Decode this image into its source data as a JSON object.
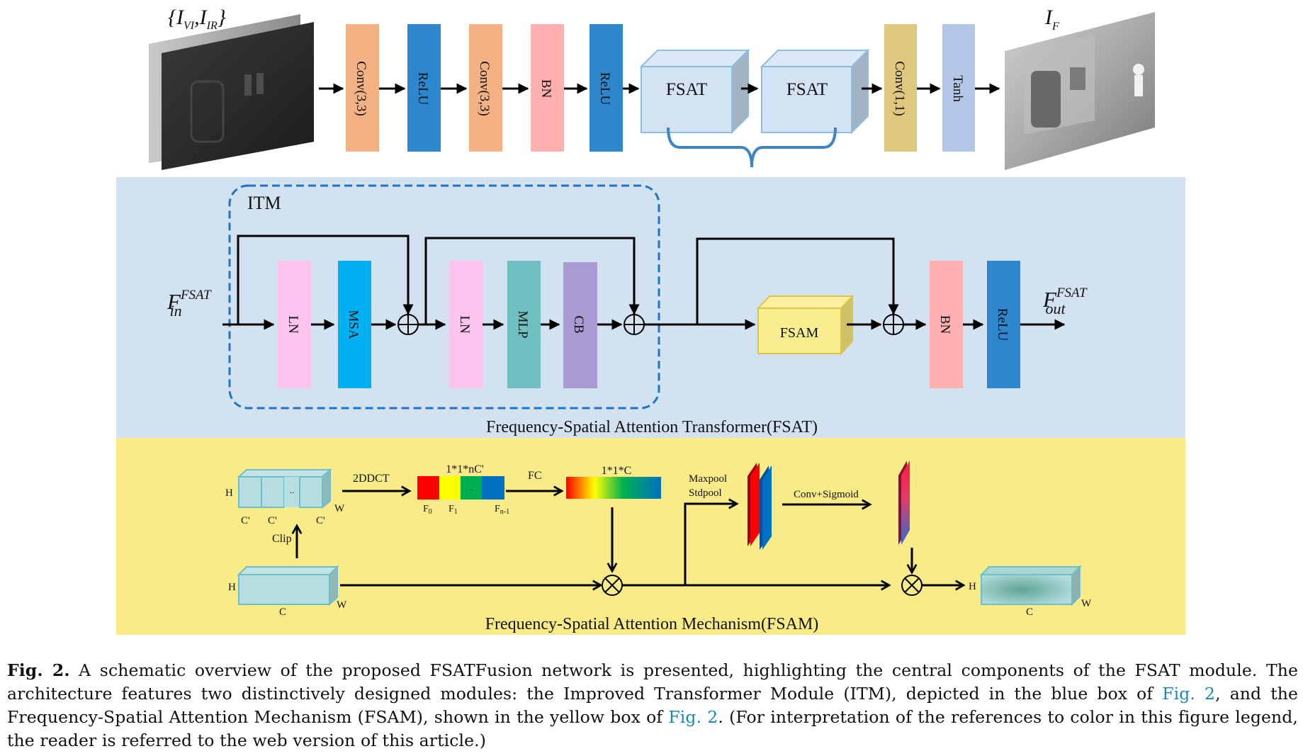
{
  "figure": {
    "top_row": {
      "input_label": "{I_VI, I_IR}",
      "input_label_main": [
        "I",
        "I"
      ],
      "input_label_subs": [
        "VI",
        "IR"
      ],
      "output_label_main": "I",
      "output_label_sub": "F",
      "layers": [
        {
          "label": "Conv(3,3)",
          "color": "#f4b183"
        },
        {
          "label": "ReLU",
          "color": "#2e86cc"
        },
        {
          "label": "Conv(3,3)",
          "color": "#f4b183"
        },
        {
          "label": "BN",
          "color": "#ffb0b0"
        },
        {
          "label": "ReLU",
          "color": "#2e86cc"
        },
        {
          "label": "FSAT",
          "color": "#d3e3f3"
        },
        {
          "label": "FSAT",
          "color": "#d3e3f3"
        },
        {
          "label": "Conv(1,1)",
          "color": "#dfc77e"
        },
        {
          "label": "Tanh",
          "color": "#b4c7e7"
        }
      ]
    },
    "fsat_panel": {
      "title": "Frequency-Spatial Attention Transformer(FSAT)",
      "background": "#d2e2f1",
      "itm_label": "ITM",
      "input_label_main": "F",
      "input_label_sup": "FSAT",
      "input_label_sub": "in",
      "output_label_main": "F",
      "output_label_sup": "FSAT",
      "output_label_sub": "out",
      "blocks": [
        {
          "label": "LN",
          "color": "#fcc4ee"
        },
        {
          "label": "MSA",
          "color": "#00b0f0"
        },
        {
          "label": "LN",
          "color": "#fcc4ee"
        },
        {
          "label": "MLP",
          "color": "#70c0c2"
        },
        {
          "label": "CB",
          "color": "#a99ad2"
        },
        {
          "label": "FSAM",
          "color": "#f9ee8f"
        },
        {
          "label": "BN",
          "color": "#ffb0b0"
        },
        {
          "label": "ReLU",
          "color": "#2e86cc"
        }
      ]
    },
    "fsam_panel": {
      "title": "Frequency-Spatial Attention Mechanism(FSAM)",
      "background": "#f9ec88",
      "labels": {
        "h": "H",
        "w": "W",
        "c": "C",
        "c_prime": "C'",
        "ellipsis": "..",
        "clip": "Clip",
        "dct": "2DDCT",
        "freq_vector": "1*1*nC'",
        "fc": "FC",
        "channel_vector": "1*1*C",
        "pool_line1": "Maxpool",
        "pool_line2": "Stdpool",
        "conv_sigmoid": "Conv+Sigmoid",
        "f0": "F",
        "f0_sub": "0",
        "f1": "F",
        "f1_sub": "1",
        "fn": "F",
        "fn_sub": "n-1"
      },
      "freq_colors": [
        "#ff0000",
        "#ffff00",
        "#00b050",
        "#0070c0"
      ]
    }
  },
  "caption": {
    "label": "Fig. 2.",
    "part1": " A schematic overview of the proposed FSATFusion network is presented, highlighting the central components of the FSAT module. The architecture features two distinctively designed modules: the Improved Transformer Module (ITM), depicted in the blue box of ",
    "link1": "Fig. 2",
    "part2": ", and the Frequency-Spatial Attention Mechanism (FSAM), shown in the yellow box of ",
    "link2": "Fig. 2",
    "part3": ". (For interpretation of the references to color in this figure legend, the reader is referred to the web version of this article.)"
  }
}
